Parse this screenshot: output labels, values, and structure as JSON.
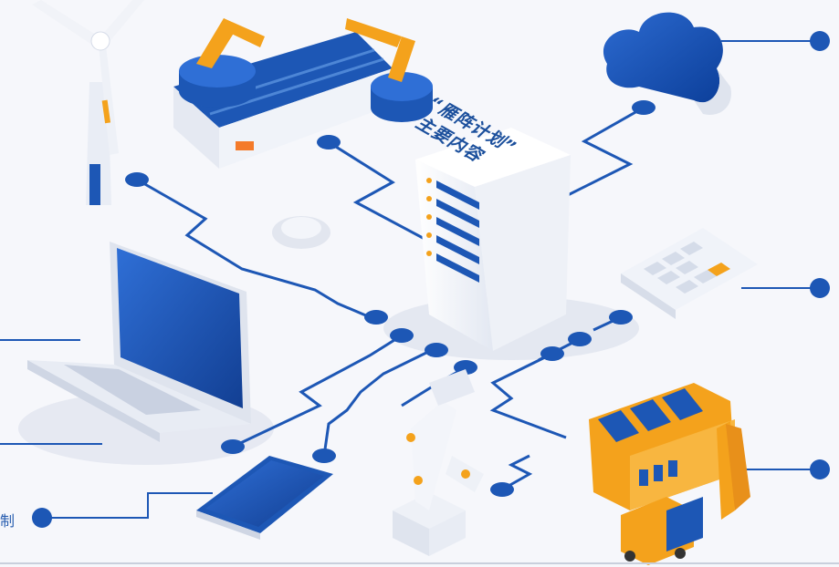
{
  "title": {
    "line1": "“雁阵计划”",
    "line2": "主要内容"
  },
  "labels": {
    "bottom_left_fragment": "制"
  },
  "colors": {
    "accent_blue": "#1d57b5",
    "light_blue": "#4d86d6",
    "orange": "#f4a21c",
    "background": "#f6f7fb"
  },
  "icons": [
    "wind-turbine-icon",
    "robot-assembly-line-icon",
    "cloud-icon",
    "server-icon",
    "laptop-icon",
    "gear-icon",
    "calculator-icon",
    "tablet-icon",
    "robot-arm-icon",
    "factory-icon",
    "truck-icon"
  ]
}
